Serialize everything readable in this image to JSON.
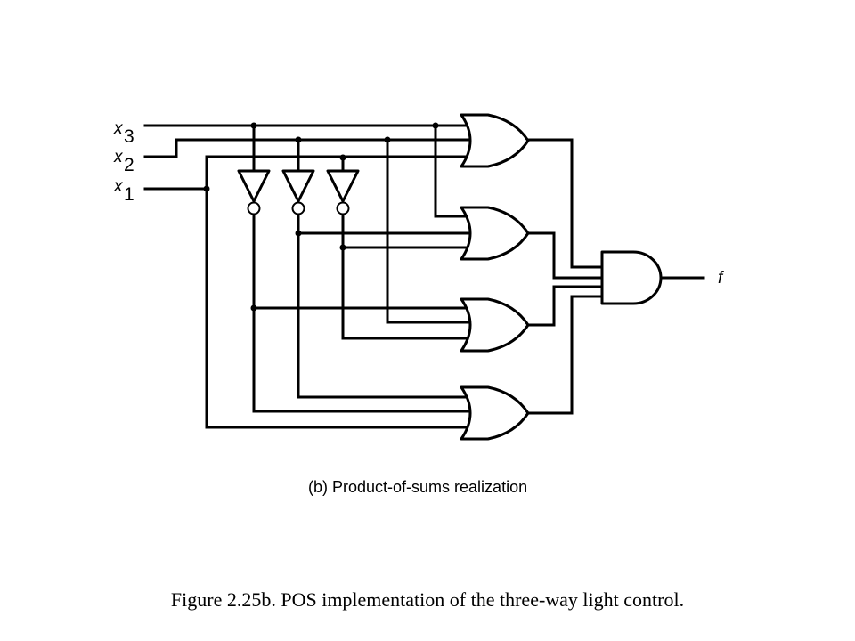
{
  "inputs": [
    {
      "var": "x",
      "sub": "3"
    },
    {
      "var": "x",
      "sub": "2"
    },
    {
      "var": "x",
      "sub": "1"
    }
  ],
  "output": {
    "label": "f"
  },
  "gates": {
    "not": 3,
    "or": 4,
    "and": 1
  },
  "subcaption": "(b) Product-of-sums realization",
  "caption": "Figure 2.25b.  POS implementation of the three-way light control."
}
